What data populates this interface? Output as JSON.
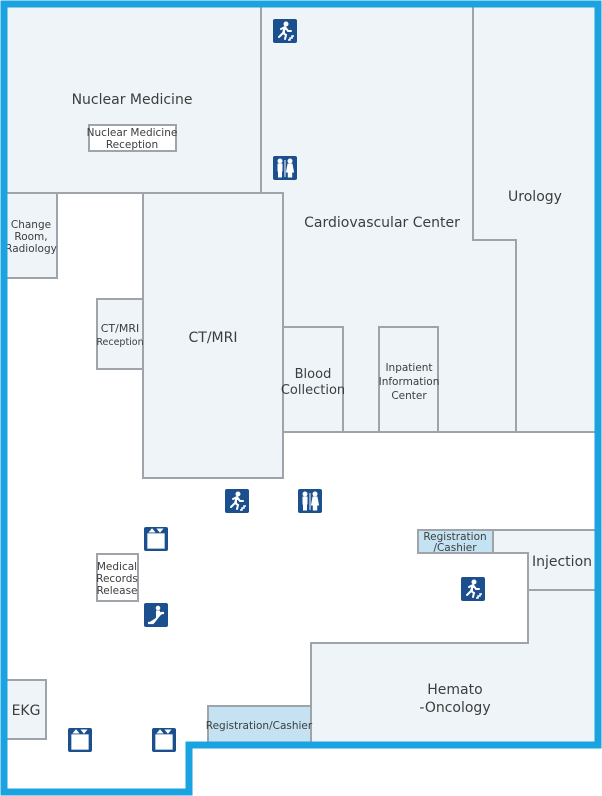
{
  "rooms": {
    "nuclear_medicine": "Nuclear Medicine",
    "nuclear_medicine_reception": [
      "Nuclear Medicine",
      "Reception"
    ],
    "change_room": [
      "Change",
      "Room,",
      "Radiology"
    ],
    "ct_mri_reception": [
      "CT/MRI",
      "Reception"
    ],
    "ct_mri": "CT/MRI",
    "cardiovascular_center": "Cardiovascular Center",
    "urology": "Urology",
    "blood_collection": [
      "Blood",
      "Collection"
    ],
    "inpatient_information_center": [
      "Inpatient",
      "Information",
      "Center"
    ],
    "registration_cashier_right": [
      "Registration",
      "/Cashier"
    ],
    "injection": "Injection",
    "medical_records_release": [
      "Medical",
      "Records",
      "Release"
    ],
    "hemato_oncology": [
      "Hemato",
      "-Oncology"
    ],
    "ekg": "EKG",
    "registration_cashier_bottom": "Registration/Cashier"
  },
  "icons": [
    {
      "name": "emergency-exit-icon"
    },
    {
      "name": "restroom-icon"
    },
    {
      "name": "emergency-exit-icon"
    },
    {
      "name": "restroom-icon"
    },
    {
      "name": "elevator-icon"
    },
    {
      "name": "escalator-icon"
    },
    {
      "name": "emergency-exit-icon"
    },
    {
      "name": "elevator-icon"
    },
    {
      "name": "elevator-icon"
    }
  ],
  "colors": {
    "outline": "#1aa3e0",
    "room_fill": "#eef4f8",
    "room_stroke": "#9ea4aa",
    "highlight_fill": "#c5e2f3",
    "icon_bg": "#1b4f8e"
  }
}
